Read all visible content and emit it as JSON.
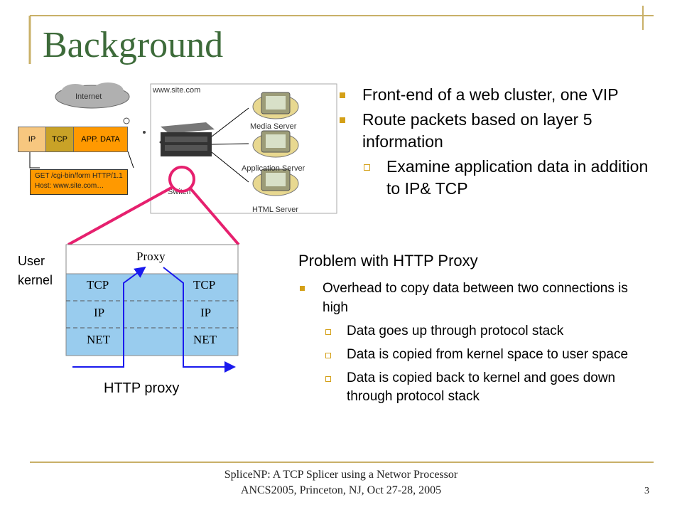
{
  "slide": {
    "title": "Background",
    "page_number": "3",
    "footer_line1": "SpliceNP: A TCP Splicer using a Networ Processor",
    "footer_line2": "ANCS2005, Princeton, NJ, Oct 27-28, 2005"
  },
  "bullets": {
    "b1": "Front-end of a web cluster, one VIP",
    "b2": "Route packets based on layer 5 information",
    "b2_sub": "Examine application data in addition to IP& TCP"
  },
  "problem": {
    "heading": "Problem with HTTP Proxy",
    "point": "Overhead to copy data between two connections is high",
    "subs": [
      "Data goes up through protocol stack",
      "Data is copied from kernel space to user space",
      "Data is copied back to kernel and goes down through protocol stack"
    ]
  },
  "network_diagram": {
    "cloud_label": "Internet",
    "site_label": "www.site.com",
    "switch_label": "Switch",
    "servers": [
      "Media Server",
      "Application Server",
      "HTML Server"
    ],
    "packet": [
      "IP",
      "TCP",
      "APP. DATA"
    ],
    "request_line1": "GET /cgi-bin/form HTTP/1.1",
    "request_line2": "Host: www.site.com…",
    "colors": {
      "ip": "#f7c77f",
      "tcp": "#c9a227",
      "app": "#ff9900",
      "request": "#ff9900"
    }
  },
  "proxy_diagram": {
    "user_label": "User",
    "kernel_label": "kernel",
    "proxy_label": "Proxy",
    "layers_left": [
      "TCP",
      "IP",
      "NET"
    ],
    "layers_right": [
      "TCP",
      "IP",
      "NET"
    ],
    "caption": "HTTP proxy",
    "colors": {
      "stack": "#99ccee",
      "arrow": "#1a1aee",
      "highlight": "#e6206e"
    }
  },
  "theme": {
    "accent": "#c9b068",
    "title": "#3d6b3a",
    "bullet": "#d4a017"
  }
}
